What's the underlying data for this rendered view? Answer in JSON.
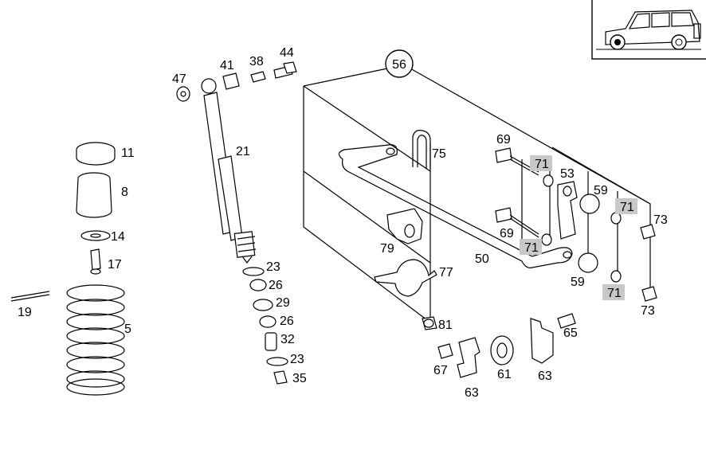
{
  "diagram": {
    "group_label": "56",
    "labels": {
      "p47": "47",
      "p41": "41",
      "p38": "38",
      "p44": "44",
      "p21": "21",
      "p11": "11",
      "p8": "8",
      "p14": "14",
      "p17": "17",
      "p19": "19",
      "p5": "5",
      "p23a": "23",
      "p26a": "26",
      "p29": "29",
      "p26b": "26",
      "p32": "32",
      "p23b": "23",
      "p35": "35",
      "p75": "75",
      "p79": "79",
      "p77": "77",
      "p81": "81",
      "p50": "50",
      "p69a": "69",
      "p69b": "69",
      "p71a": "71",
      "p71b": "71",
      "p71c": "71",
      "p71d": "71",
      "p53": "53",
      "p59a": "59",
      "p59b": "59",
      "p73a": "73",
      "p73b": "73",
      "p65": "65",
      "p67": "67",
      "p63a": "63",
      "p61": "61",
      "p63b": "63"
    }
  }
}
